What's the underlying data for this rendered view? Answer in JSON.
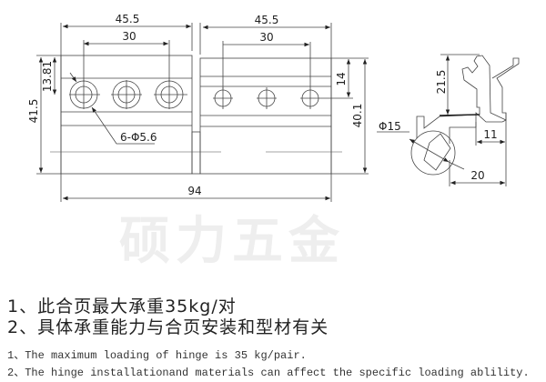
{
  "drawing": {
    "dims": {
      "left_width": "45.5",
      "left_hole_spacing": "30",
      "right_width": "45.5",
      "right_hole_spacing": "30",
      "left_hole_offset": "13.81",
      "left_height": "41.5",
      "holes": "6-Φ5.6",
      "total_width": "94",
      "right_hole_offset": "14",
      "right_height": "40.1",
      "knuckle_diameter": "Φ15",
      "profile_height": "21.5",
      "profile_width_small": "11",
      "profile_width": "20"
    },
    "watermark": "硕力五金"
  },
  "notes": {
    "cn": [
      "1、此合页最大承重35kg/对",
      "2、具体承重能力与合页安装和型材有关"
    ],
    "en": [
      "1、The maximum loading of hinge is 35 kg/pair.",
      "2、The hinge installationand materials can affect the specific loading ablility."
    ]
  }
}
